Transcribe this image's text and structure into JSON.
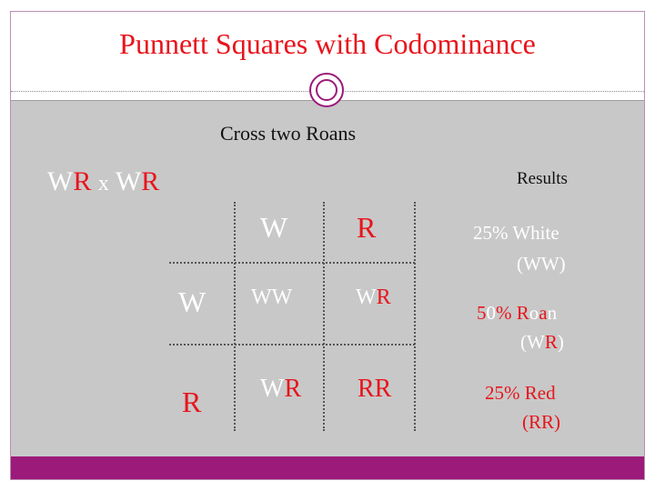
{
  "title": "Punnett Squares with Codominance",
  "subtitle": "Cross two Roans",
  "cross": {
    "p1_a": "W",
    "p1_b": "R",
    "x": "x",
    "p2_a": "W",
    "p2_b": "R"
  },
  "grid": {
    "col_header_1": "W",
    "col_header_2": "R",
    "row_header_1": "W",
    "row_header_2": "R",
    "cell_11": "WW",
    "cell_12_a": "W",
    "cell_12_b": "R",
    "cell_21_a": "W",
    "cell_21_b": "R",
    "cell_22": "RR"
  },
  "results": {
    "label": "Results",
    "white_line1": "25% White",
    "white_line2": "(WW)",
    "roan_5": "5",
    "roan_0": "0",
    "roan_pct": "% R",
    "roan_o": "o",
    "roan_a": "a",
    "roan_n": "n",
    "roan_open": "(W",
    "roan_R": "R",
    "roan_close": ")",
    "red_line1": "25% Red",
    "red_line2": "(RR)"
  },
  "colors": {
    "title_red": "#e8141b",
    "accent_purple": "#9b1a7a",
    "content_gray": "#c8c8c8",
    "text_white": "#ffffff",
    "text_dark": "#111111"
  }
}
